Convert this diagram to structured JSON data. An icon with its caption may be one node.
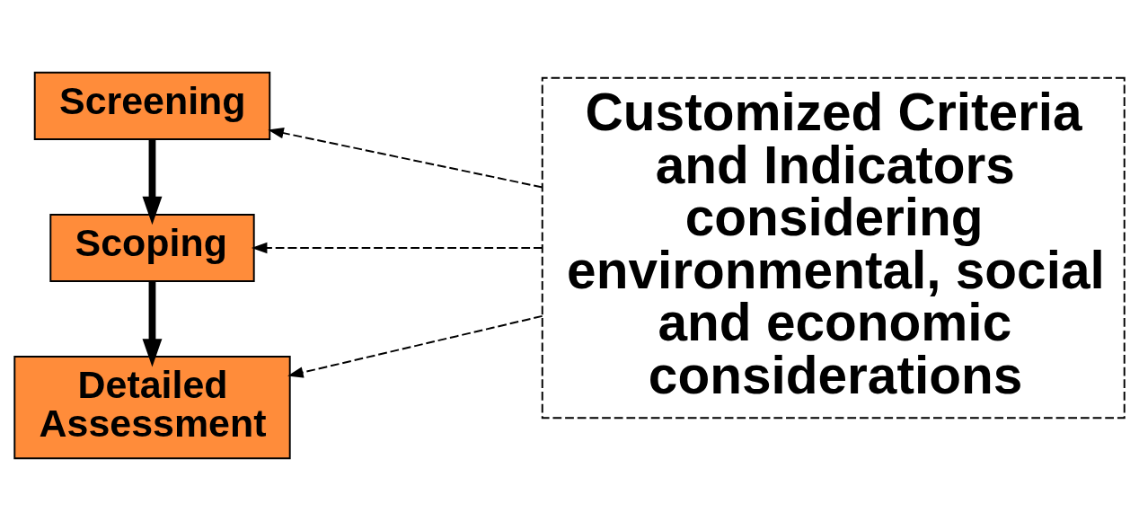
{
  "diagram": {
    "nodes": [
      {
        "text": [
          "Screening"
        ]
      },
      {
        "text": [
          "Scoping"
        ]
      },
      {
        "text": [
          "Detailed Assessment"
        ]
      },
      {
        "text": [
          "Customized Criteria and Indicators considering environmental, social and economic considerations"
        ]
      }
    ],
    "edges": [
      {
        "from": 0,
        "to": 1,
        "arrow": "to",
        "style": "thick"
      },
      {
        "from": 1,
        "to": 2,
        "arrow": "to",
        "style": "thick"
      },
      {
        "from": 3,
        "to": 0,
        "arrow": "to",
        "style": "dashed"
      },
      {
        "from": 3,
        "to": 1,
        "arrow": "to",
        "style": "dashed"
      },
      {
        "from": 3,
        "to": 2,
        "arrow": "to",
        "style": "dashed"
      }
    ]
  }
}
